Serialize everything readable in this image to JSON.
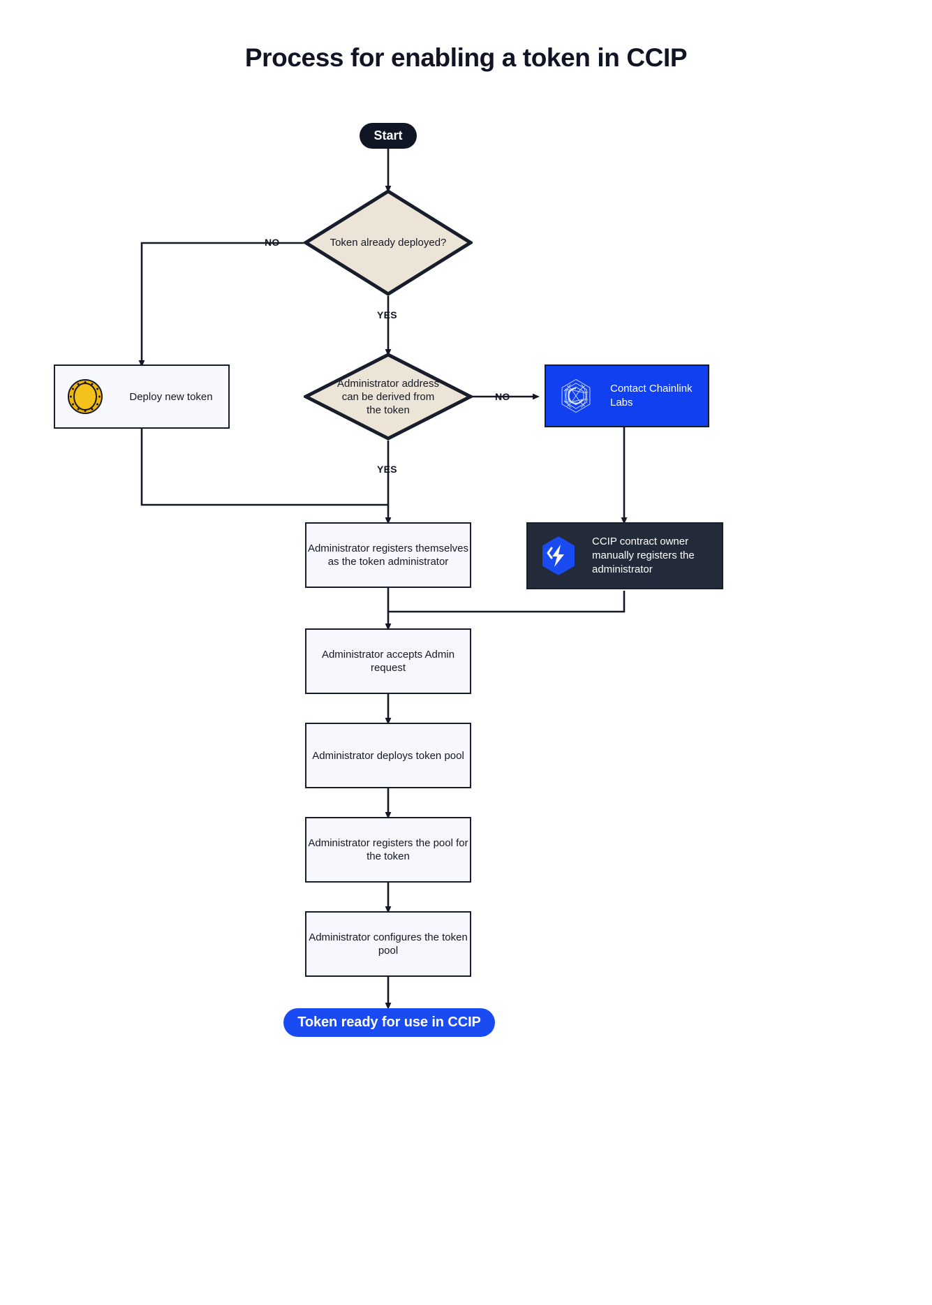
{
  "title": "Process for enabling a token in CCIP",
  "colors": {
    "ink": "#141824",
    "diamond_fill": "#EDE4D8",
    "box_fill": "#F6F8FD",
    "brand_blue": "#1140F0",
    "pill_end_blue": "#1A4BF2",
    "dark_navy": "#232A3A",
    "start_black": "#111624",
    "coin_gold": "#F0B90B"
  },
  "nodes": {
    "start": {
      "label": "Start",
      "type": "terminator"
    },
    "decision_token_deployed": {
      "label": "Token already deployed?",
      "type": "decision"
    },
    "deploy_new_token": {
      "label": "Deploy new token",
      "type": "process",
      "icon": "coin-icon"
    },
    "decision_admin_derived": {
      "label": "Administrator address can be derived from the token",
      "type": "decision"
    },
    "contact_chainlink_labs": {
      "label": "Contact Chainlink Labs",
      "type": "process",
      "icon": "chainlink-logo-icon"
    },
    "admin_registers_self": {
      "label": "Administrator registers themselves as the token administrator",
      "type": "process"
    },
    "ccip_owner_registers": {
      "label": "CCIP contract owner manually registers the administrator",
      "type": "process",
      "icon": "ccip-logo-icon"
    },
    "admin_accepts_request": {
      "label": "Administrator accepts Admin request",
      "type": "process"
    },
    "admin_deploys_pool": {
      "label": "Administrator deploys token pool",
      "type": "process"
    },
    "admin_registers_pool": {
      "label": "Administrator registers the pool for the token",
      "type": "process"
    },
    "admin_configures_pool": {
      "label": "Administrator configures the token pool",
      "type": "process"
    },
    "token_ready": {
      "label": "Token ready for use in CCIP",
      "type": "terminator"
    }
  },
  "edge_labels": {
    "no_token_deployed": "NO",
    "yes_token_deployed": "YES",
    "no_admin_derived": "NO",
    "yes_admin_derived": "YES"
  }
}
